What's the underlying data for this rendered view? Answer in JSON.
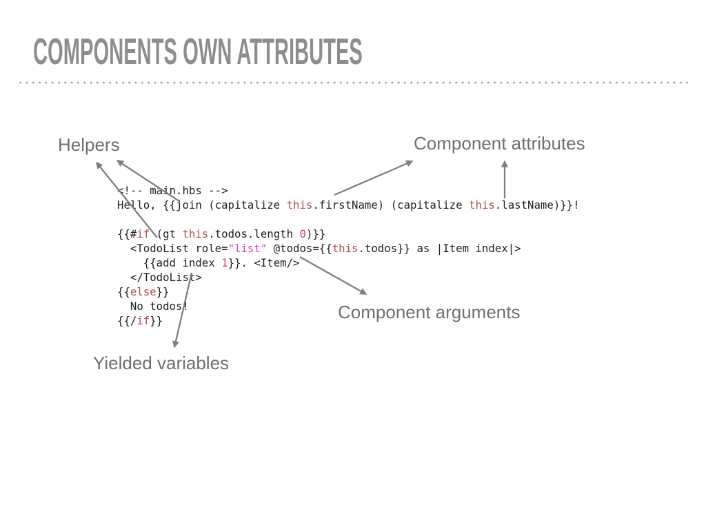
{
  "slide": {
    "title": "COMPONENTS OWN ATTRIBUTES",
    "labels": {
      "helpers": "Helpers",
      "component_attributes": "Component attributes",
      "component_arguments": "Component arguments",
      "yielded_variables": "Yielded variables"
    },
    "colors": {
      "title_gray": "#8d8d8d",
      "label_gray": "#6f6f6f",
      "arrow_gray": "#7e7e7e",
      "code_default": "#1f1f1f",
      "code_keyword_red": "#ad524d",
      "code_number_pink": "#d63a7e",
      "code_string_magenta": "#d241c0"
    },
    "code": {
      "lines": [
        {
          "segments": [
            {
              "t": "<!-- main.hbs -->",
              "c": "d"
            }
          ]
        },
        {
          "segments": [
            {
              "t": "Hello, {{join (capitalize ",
              "c": "d"
            },
            {
              "t": "this",
              "c": "r"
            },
            {
              "t": ".firstName) (capitalize ",
              "c": "d"
            },
            {
              "t": "this",
              "c": "r"
            },
            {
              "t": ".lastName)}}!",
              "c": "d"
            }
          ]
        },
        {
          "segments": []
        },
        {
          "segments": [
            {
              "t": "{{#",
              "c": "d"
            },
            {
              "t": "if",
              "c": "r"
            },
            {
              "t": " (gt ",
              "c": "d"
            },
            {
              "t": "this",
              "c": "r"
            },
            {
              "t": ".todos.length ",
              "c": "d"
            },
            {
              "t": "0",
              "c": "p"
            },
            {
              "t": ")}}",
              "c": "d"
            }
          ]
        },
        {
          "segments": [
            {
              "t": "  <TodoList role=",
              "c": "d"
            },
            {
              "t": "\"list\"",
              "c": "m"
            },
            {
              "t": " @todos={{",
              "c": "d"
            },
            {
              "t": "this",
              "c": "r"
            },
            {
              "t": ".todos}} as |Item index|>",
              "c": "d"
            }
          ]
        },
        {
          "segments": [
            {
              "t": "    {{add index ",
              "c": "d"
            },
            {
              "t": "1",
              "c": "p"
            },
            {
              "t": "}}. <Item/>",
              "c": "d"
            }
          ]
        },
        {
          "segments": [
            {
              "t": "  </TodoList>",
              "c": "d"
            }
          ]
        },
        {
          "segments": [
            {
              "t": "{{",
              "c": "d"
            },
            {
              "t": "else",
              "c": "r"
            },
            {
              "t": "}}",
              "c": "d"
            }
          ]
        },
        {
          "segments": [
            {
              "t": "  No todos!",
              "c": "d"
            }
          ]
        },
        {
          "segments": [
            {
              "t": "{{/",
              "c": "d"
            },
            {
              "t": "if",
              "c": "r"
            },
            {
              "t": "}}",
              "c": "d"
            }
          ]
        }
      ]
    }
  }
}
